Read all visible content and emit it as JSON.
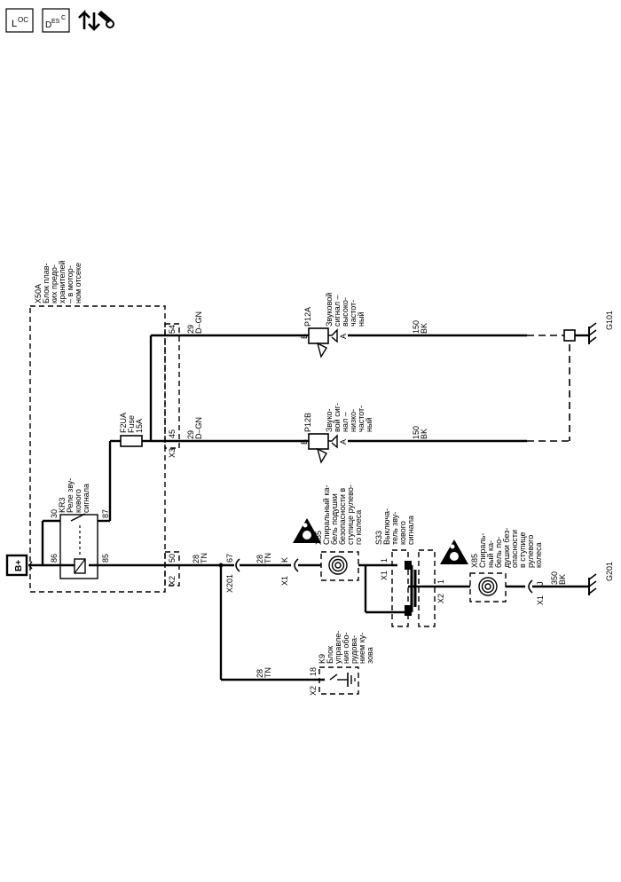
{
  "toolbar": {
    "loc_main": "L",
    "loc_sub": "OC",
    "desc_d": "D",
    "desc_es": "ES",
    "desc_c": "C"
  },
  "module_x50a": {
    "title": "X50A",
    "lines": [
      "Блок плав-",
      "ких предо-",
      "хранителей",
      "– в мотор-",
      "ном отсеке"
    ]
  },
  "relay_kr3": {
    "title": "KR3",
    "lines": [
      "Реле зву-",
      "кового",
      "сигнала"
    ],
    "pin30": "30",
    "pin86": "86",
    "pin85": "85",
    "pin87": "87"
  },
  "fuse_f2ua": {
    "lines": [
      "F2UA",
      "Fuse",
      "15A"
    ]
  },
  "battery": {
    "label": "B+"
  },
  "conn": {
    "x2": "X2",
    "x3": "X3",
    "pin50": "50",
    "pin54": "54",
    "pin45": "45"
  },
  "wires": {
    "dgn1": [
      "29",
      "D–GN"
    ],
    "dgn2": [
      "29",
      "D–GN"
    ],
    "tn1": [
      "28",
      "TN"
    ],
    "tn2": [
      "28",
      "TN"
    ],
    "tn3": [
      "28",
      "TN"
    ],
    "bk1": [
      "150",
      "BK"
    ],
    "bk2": [
      "150",
      "BK"
    ],
    "bk3": [
      "350",
      "BK"
    ]
  },
  "horn_p12a": {
    "title": "P12A",
    "lines": [
      "Звуковой",
      "сигнал –",
      "высоко-",
      "частот-",
      "ный"
    ],
    "pin_b": "B",
    "pin_a": "A"
  },
  "horn_p12b": {
    "title": "P12B",
    "lines": [
      "Звуко-",
      "вой сиг-",
      "нал –",
      "низко-",
      "частот-",
      "ный"
    ],
    "pin_b": "B",
    "pin_a": "A"
  },
  "grounds": {
    "g101": "G101",
    "g201": "G201"
  },
  "x201": {
    "label": "X201",
    "pin": "67"
  },
  "clockspring_upper": {
    "title": "X85",
    "lines": [
      "Спиральный ка-",
      "бель подушки",
      "безопасности в",
      "ступице рулево-",
      "го колеса"
    ],
    "conn": "X1",
    "pin": "K"
  },
  "switch_s33": {
    "title": "S33",
    "lines": [
      "Выключа-",
      "тель зву-",
      "кового",
      "сигнала"
    ],
    "x1": "X1",
    "x1pin": "1",
    "x2": "X2",
    "x2pin": "1"
  },
  "clockspring_lower": {
    "title": "X85",
    "lines": [
      "Спираль-",
      "ный ка-",
      "бель по-",
      "душки без-",
      "опасности",
      "в ступице",
      "рулевого",
      "колеса"
    ],
    "conn": "X1",
    "pin": "J"
  },
  "module_k9": {
    "title": "K9",
    "lines": [
      "Блок",
      "управле-",
      "ния обо-",
      "рудова-",
      "нием ку-",
      "зова"
    ],
    "conn": "X2",
    "pin": "18"
  }
}
